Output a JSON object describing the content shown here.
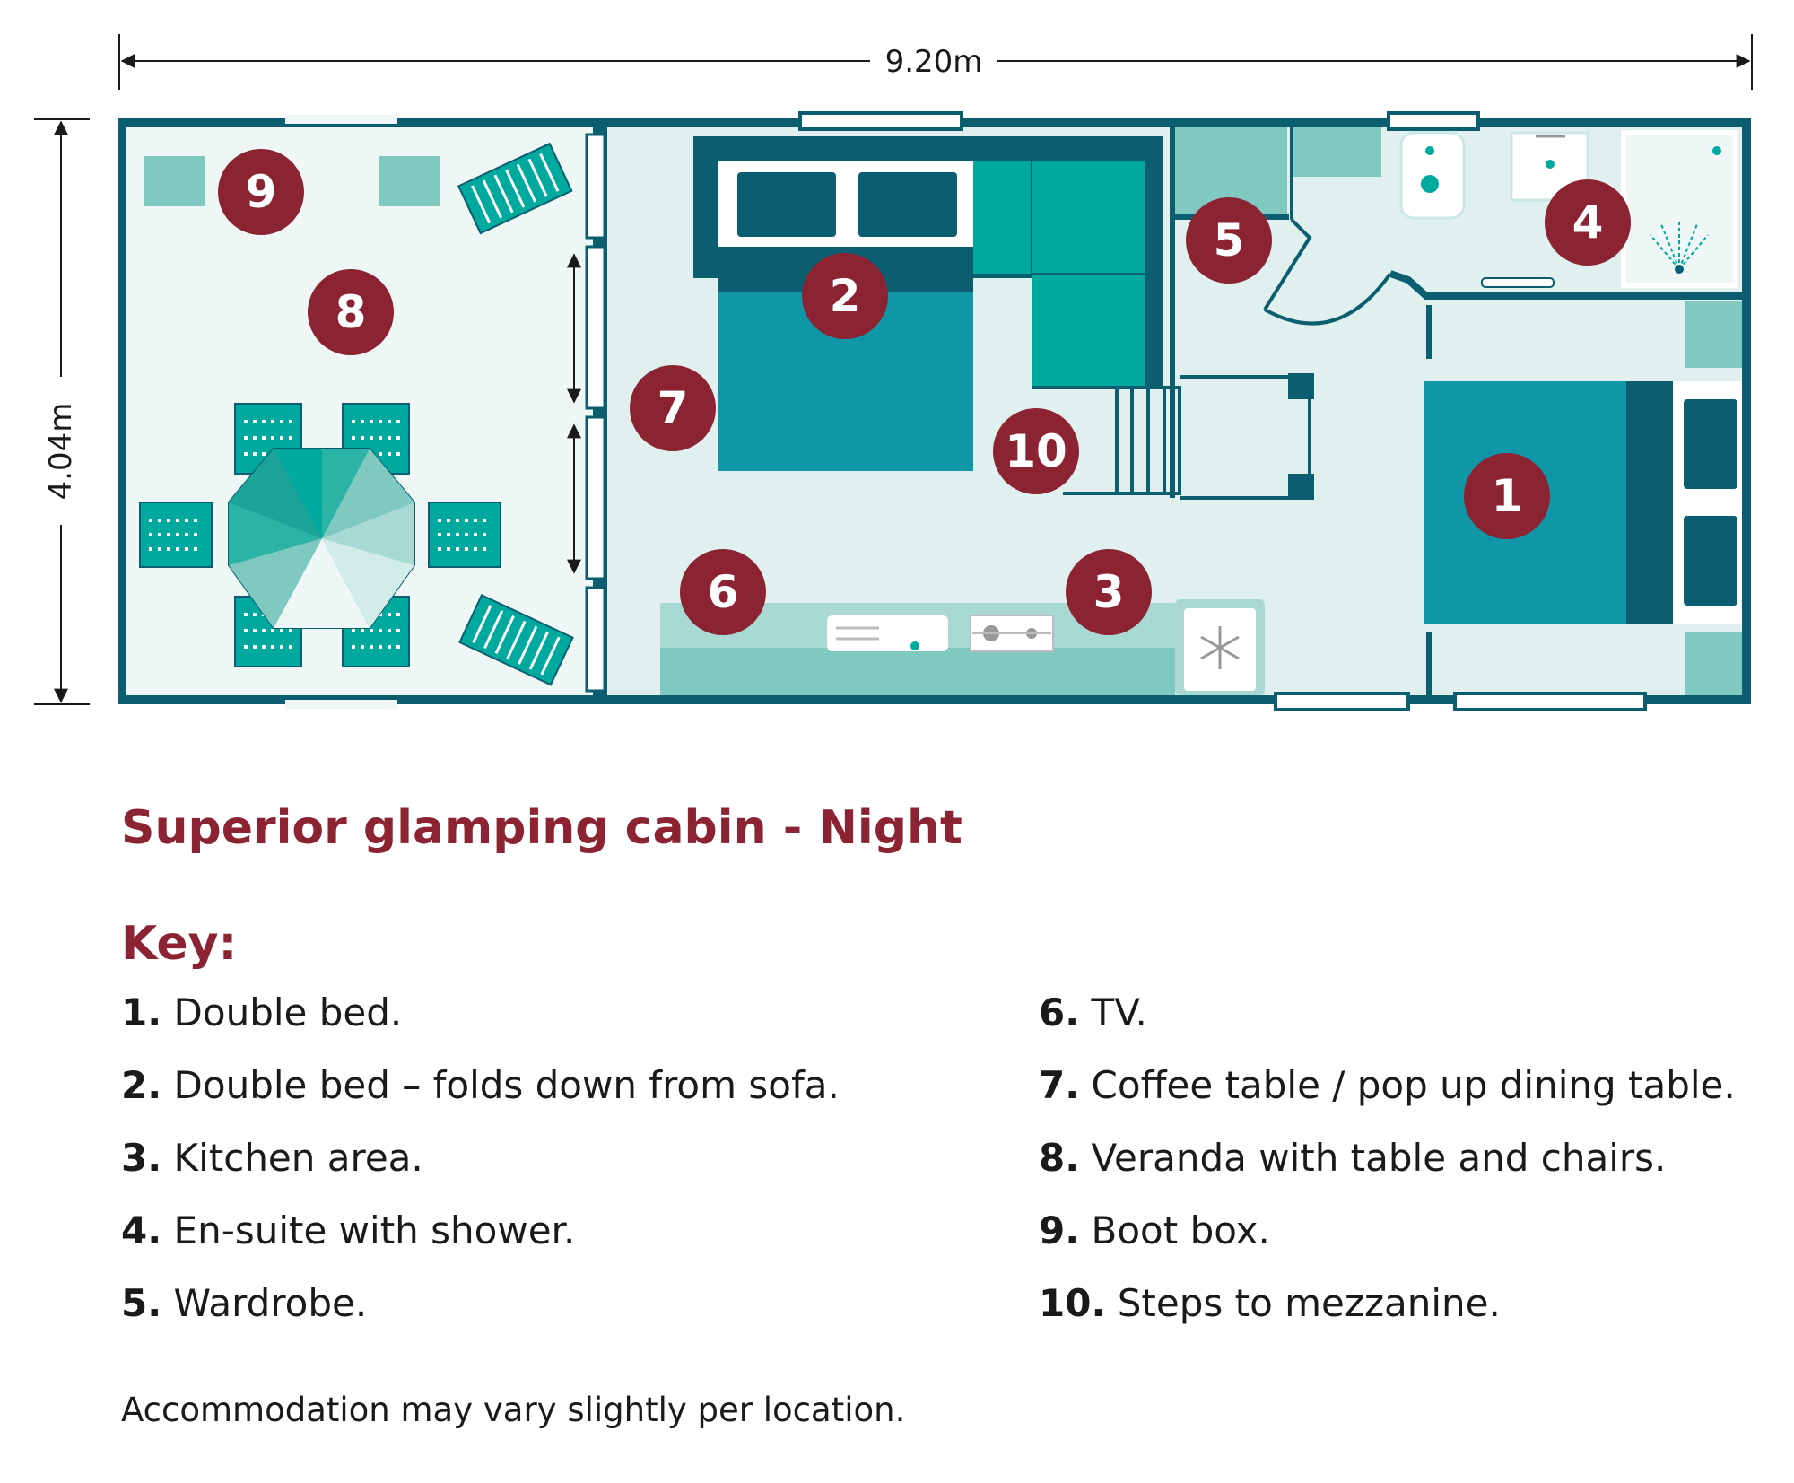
{
  "dimensions": {
    "width_label": "9.20m",
    "height_label": "4.04m"
  },
  "colors": {
    "wall": "#0b5e70",
    "floor": "#e0f0ee",
    "veranda": "#eef7f5",
    "teal_dark": "#0b5e70",
    "teal_mid": "#0f97a8",
    "teal_light": "#00a99d",
    "teal_pale": "#7fc9c1",
    "badge": "#8b2332",
    "title": "#8b2332"
  },
  "markers": [
    {
      "number": "1"
    },
    {
      "number": "2"
    },
    {
      "number": "3"
    },
    {
      "number": "4"
    },
    {
      "number": "5"
    },
    {
      "number": "6"
    },
    {
      "number": "7"
    },
    {
      "number": "8"
    },
    {
      "number": "9"
    },
    {
      "number": "10"
    }
  ],
  "title": "Superior glamping cabin - Night",
  "key_heading": "Key:",
  "key": [
    {
      "number": "1.",
      "label": "Double bed."
    },
    {
      "number": "2.",
      "label": "Double bed – folds down from sofa."
    },
    {
      "number": "3.",
      "label": "Kitchen area."
    },
    {
      "number": "4.",
      "label": "En-suite with shower."
    },
    {
      "number": "5.",
      "label": "Wardrobe."
    },
    {
      "number": "6.",
      "label": "TV."
    },
    {
      "number": "7.",
      "label": "Coffee table / pop up dining table."
    },
    {
      "number": "8.",
      "label": "Veranda with table and chairs."
    },
    {
      "number": "9.",
      "label": "Boot box."
    },
    {
      "number": "10.",
      "label": "Steps to mezzanine."
    }
  ],
  "footnote": "Accommodation may vary slightly per location."
}
